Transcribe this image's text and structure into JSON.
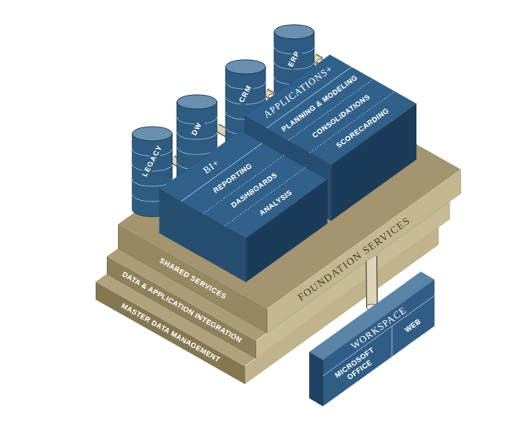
{
  "diagram": {
    "nodes": [
      {
        "text": [
          "FOUNDATION SERVICES"
        ]
      },
      {
        "text": [
          "LEGACY"
        ],
        "in": 0
      },
      {
        "text": [
          "DW"
        ],
        "in": 0
      },
      {
        "text": [
          "CRM"
        ],
        "in": 0
      },
      {
        "text": [
          "ERP"
        ],
        "in": 0
      },
      {
        "text": [
          "BI+",
          "REPORTING",
          "DASHBOARDS",
          "ANALYSIS"
        ],
        "in": 0
      },
      {
        "text": [
          "APPLICATIONS+",
          "PLANNING & MODELING",
          "CONSOLIDATIONS",
          "SCORECARDING"
        ],
        "in": 0
      },
      {
        "text": [
          "SHARED SERVICES"
        ],
        "in": 0
      },
      {
        "text": [
          "DATA & APPLICATION INTEGRATION"
        ]
      },
      {
        "text": [
          "MASTER DATA MANAGEMENT"
        ]
      },
      {
        "text": [
          "WORKSPACE",
          "MICROSOFT OFFICE",
          "WEB"
        ]
      }
    ],
    "edges": [
      {
        "from": 1,
        "to": 5,
        "arrow": "none"
      },
      {
        "from": 2,
        "to": 5,
        "arrow": "none"
      },
      {
        "from": 3,
        "to": 6,
        "arrow": "none"
      },
      {
        "from": 4,
        "to": 6,
        "arrow": "none"
      },
      {
        "from": 0,
        "to": 10,
        "arrow": "none"
      }
    ]
  }
}
